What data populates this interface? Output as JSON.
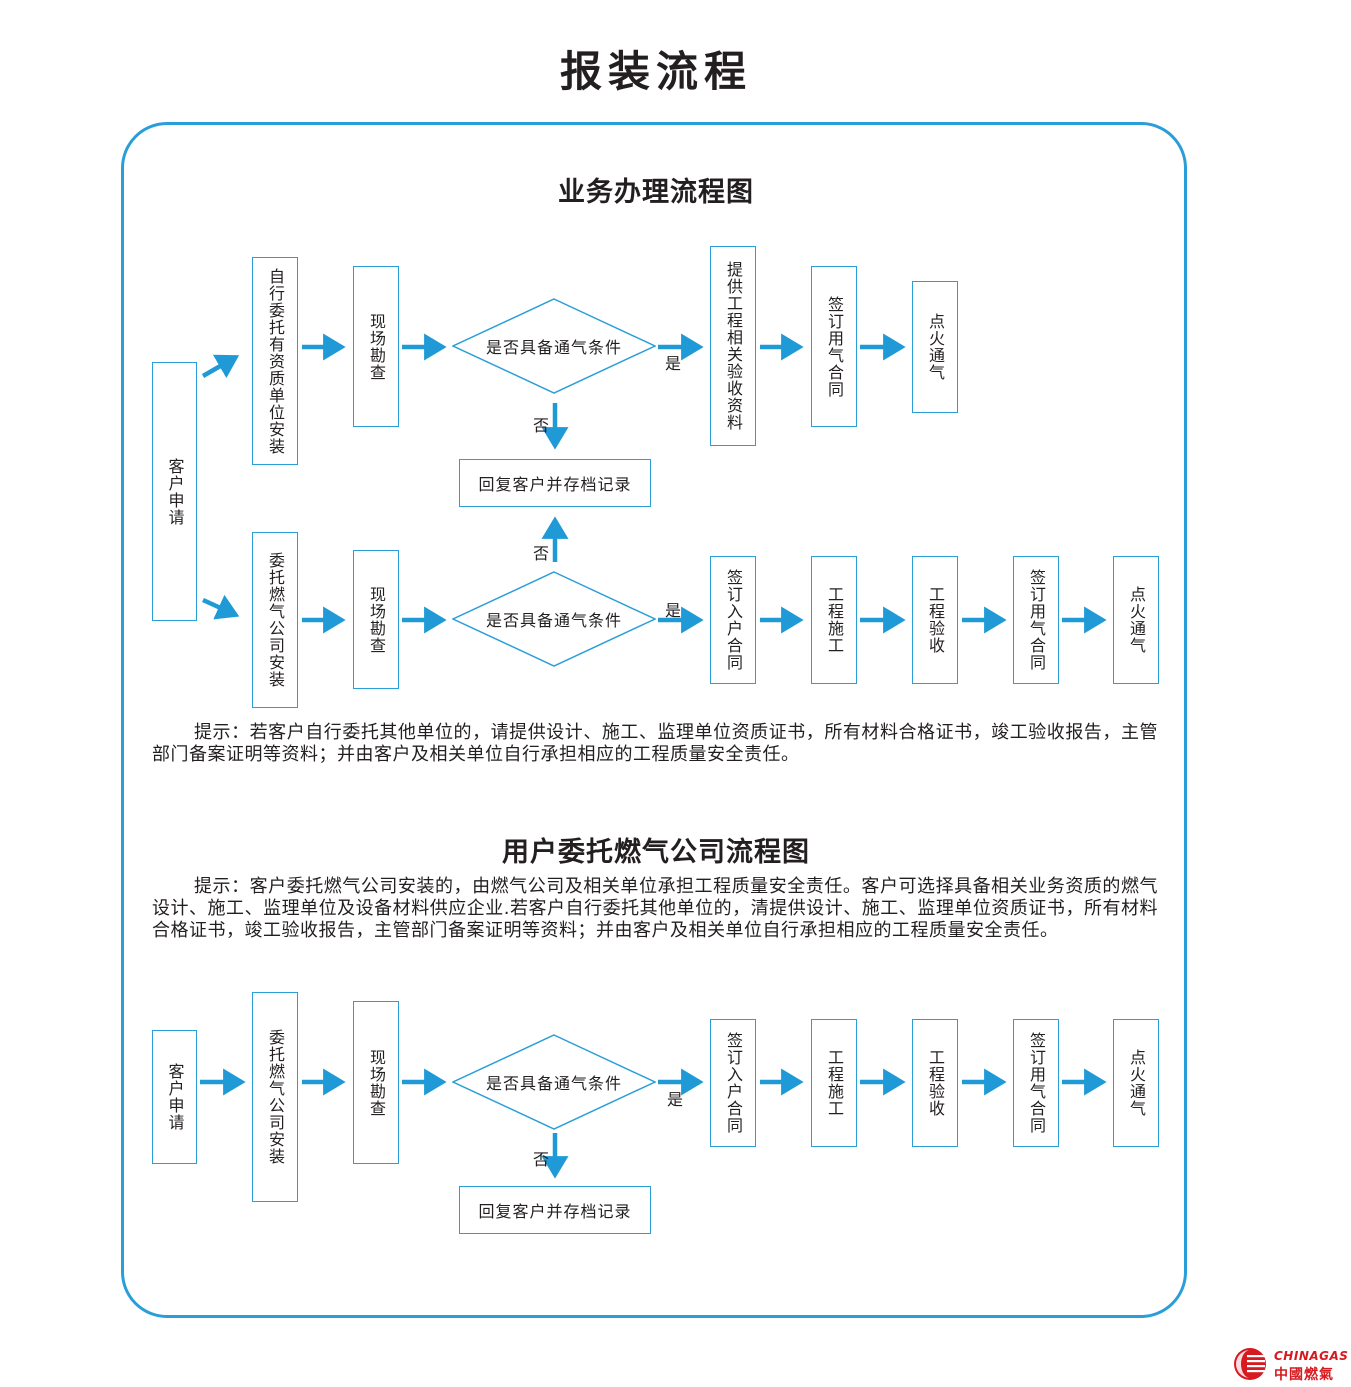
{
  "title": "报装流程",
  "section1": {
    "title": "业务办理流程图",
    "customer": "客户申请",
    "row1": {
      "start": "自行委托有资质单位安装",
      "survey": "现场勘查",
      "decision": "是否具备通气条件",
      "yes": "是",
      "no": "否",
      "steps": [
        "提供工程相关验收资料",
        "签订用气合同",
        "点火通气"
      ]
    },
    "reply": "回复客户并存档记录",
    "row2": {
      "start": "委托燃气公司安装",
      "survey": "现场勘查",
      "decision": "是否具备通气条件",
      "yes": "是",
      "no": "否",
      "steps": [
        "签订入户合同",
        "工程施工",
        "工程验收",
        "签订用气合同",
        "点火通气"
      ]
    },
    "note": "提示：若客户自行委托其他单位的，请提供设计、施工、监理单位资质证书，所有材料合格证书，竣工验收报告，主管部门备案证明等资料；并由客户及相关单位自行承担相应的工程质量安全责任。"
  },
  "section2": {
    "title": "用户委托燃气公司流程图",
    "note": "提示：客户委托燃气公司安装的，由燃气公司及相关单位承担工程质量安全责任。客户可选择具备相关业务资质的燃气设计、施工、监理单位及设备材料供应企业.若客户自行委托其他单位的，清提供设计、施工、监理单位资质证书，所有材料合格证书，竣工验收报告，主管部门备案证明等资料；并由客户及相关单位自行承担相应的工程质量安全责任。",
    "customer": "客户申请",
    "start": "委托燃气公司安装",
    "survey": "现场勘查",
    "decision": "是否具备通气条件",
    "yes": "是",
    "no": "否",
    "reply": "回复客户并存档记录",
    "steps": [
      "签订入户合同",
      "工程施工",
      "工程验收",
      "签订用气合同",
      "点火通气"
    ]
  },
  "logo": {
    "en": "CHINAGAS",
    "cn": "中國燃氣"
  },
  "colors": {
    "accent": "#2a9ed8",
    "brand": "#d71920"
  }
}
